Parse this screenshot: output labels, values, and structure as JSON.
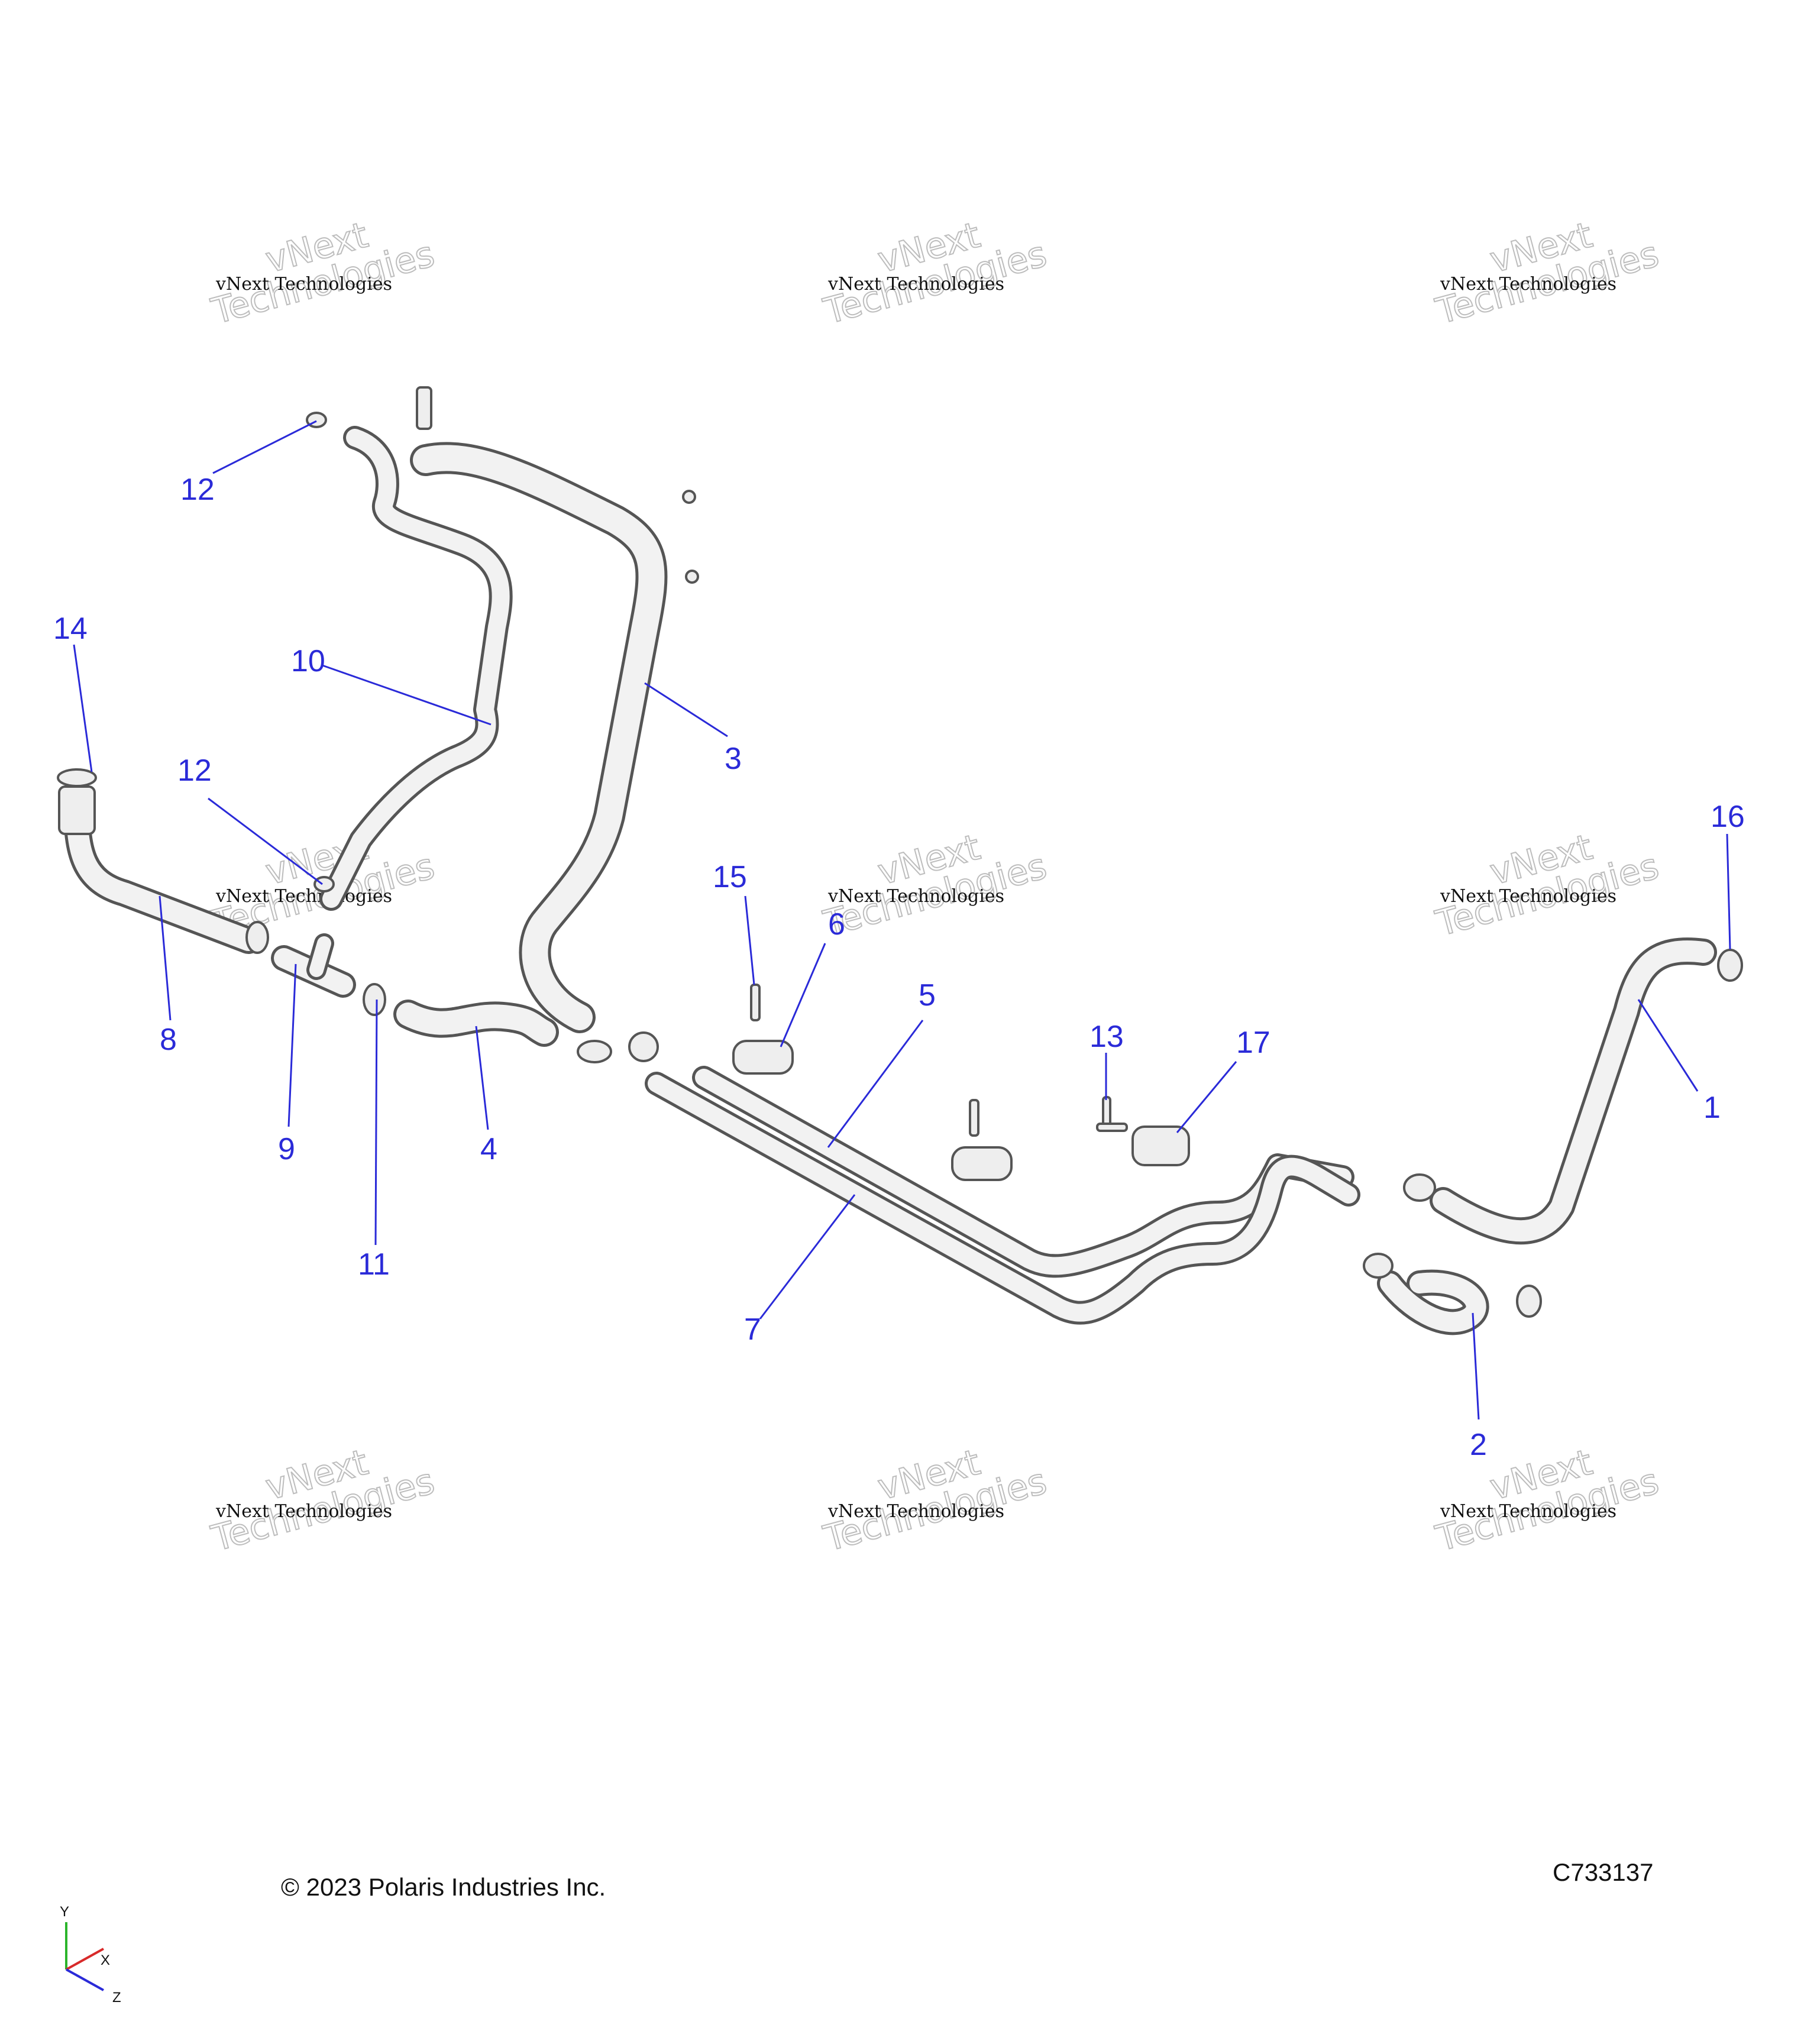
{
  "diagram": {
    "callouts": [
      "1",
      "2",
      "3",
      "4",
      "5",
      "6",
      "7",
      "8",
      "9",
      "10",
      "11",
      "12",
      "12",
      "13",
      "14",
      "15",
      "16",
      "17"
    ],
    "watermark": {
      "line1": "vNext Technologies",
      "line2a": "vNext",
      "line2b": "Technologies"
    },
    "copyright": "© 2023 Polaris Industries Inc.",
    "drawing_code": "C733137",
    "axes": {
      "y": "Y",
      "x": "X",
      "z": "Z"
    },
    "colors": {
      "callout": "#2a2ad8",
      "outline": "#555555",
      "fill": "#eeeeee"
    }
  }
}
